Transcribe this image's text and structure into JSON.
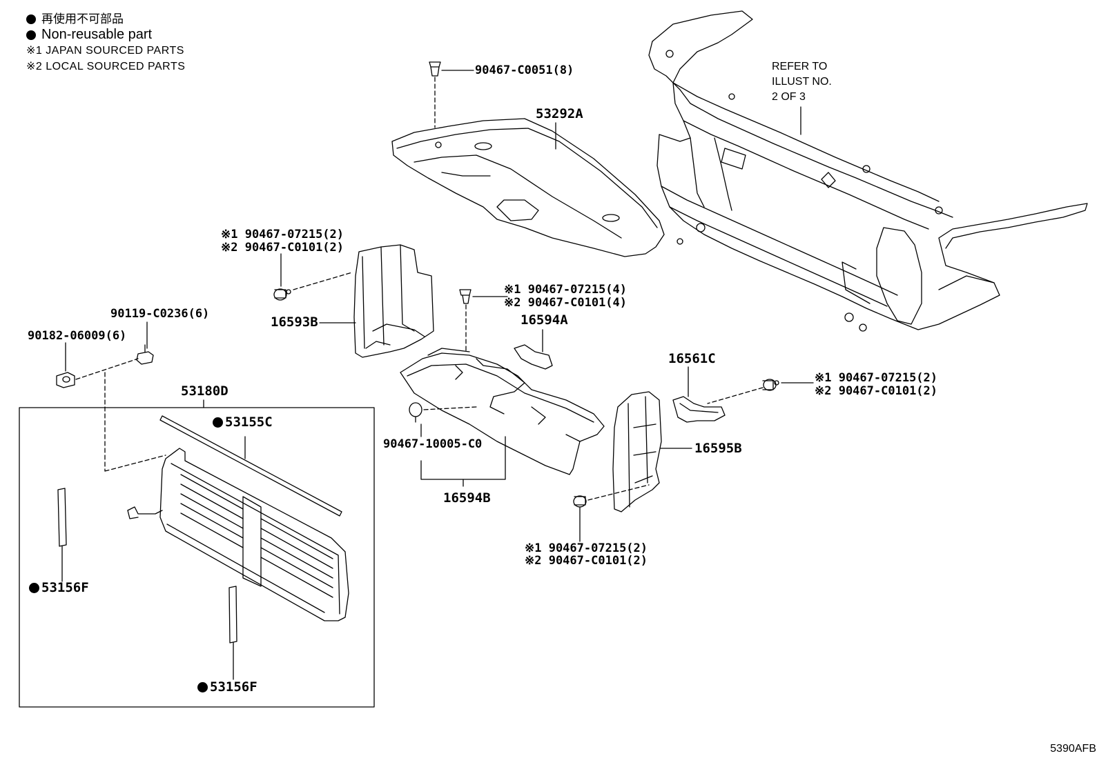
{
  "legend": {
    "non_reusable_jp": "再使用不可部品",
    "non_reusable_en": "Non-reusable part",
    "note1": "※1 JAPAN SOURCED PARTS",
    "note2": "※2 LOCAL SOURCED PARTS"
  },
  "refer_note": {
    "line1": "REFER TO",
    "line2": "ILLUST NO.",
    "line3": "2 OF 3"
  },
  "labels": {
    "clip_top": "90467-C0051(8)",
    "cover_top": "53292A",
    "clip_left_1": "※1 90467-07215(2)",
    "clip_left_2": "※2 90467-C0101(2)",
    "duct_left": "16593B",
    "bolt": "90119-C0236(6)",
    "nut": "90182-06009(6)",
    "shutter_assy": "53180D",
    "seal_top": "53155C",
    "seal_left": "53156F",
    "seal_bottom": "53156F",
    "clip_mid_1": "※1 90467-07215(4)",
    "clip_mid_2": "※2 90467-C0101(4)",
    "bracket_mid": "16594A",
    "clip_lower": "90467-10005-C0",
    "cover_mid": "16594B",
    "duct_right_small": "16561C",
    "clip_right_1": "※1 90467-07215(2)",
    "clip_right_2": "※2 90467-C0101(2)",
    "duct_right": "16595B",
    "clip_bottom_1": "※1 90467-07215(2)",
    "clip_bottom_2": "※2 90467-C0101(2)"
  },
  "illustration_code": "5390AFB"
}
